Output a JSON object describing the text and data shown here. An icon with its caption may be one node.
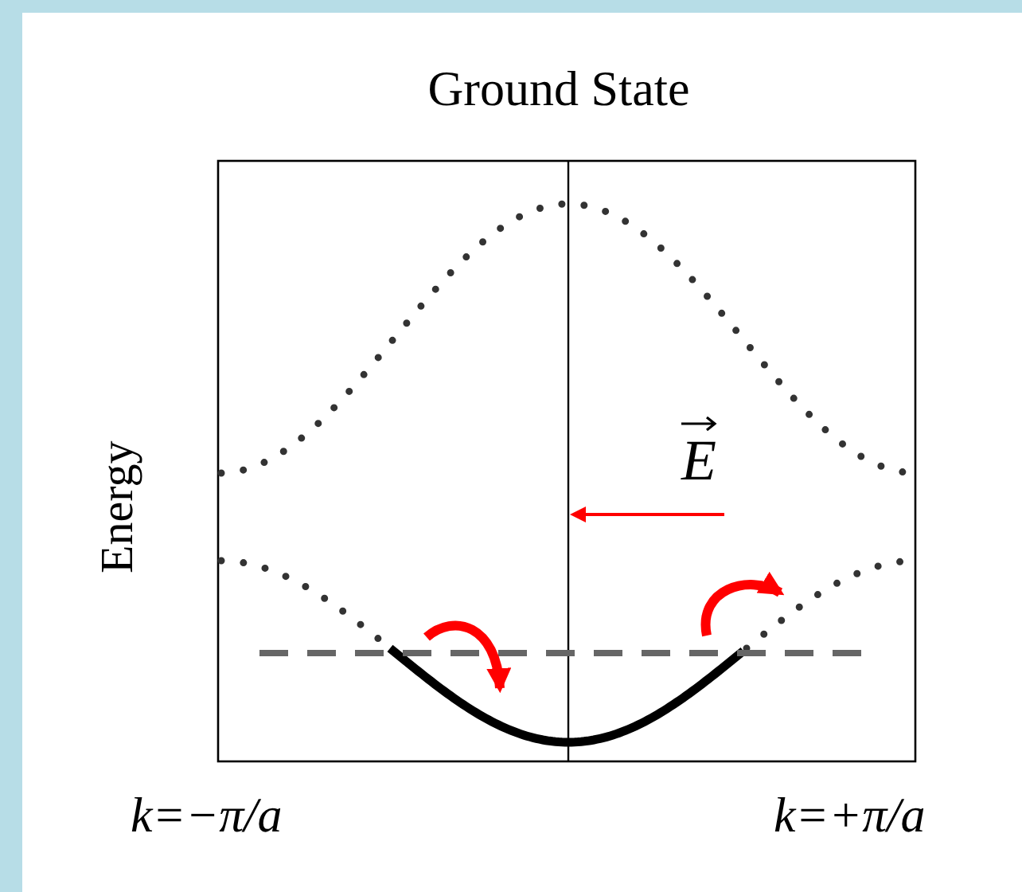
{
  "diagram": {
    "title": "Ground State",
    "labels": [
      "Energy",
      "E",
      "k=−π/a",
      "k=+π/a"
    ]
  }
}
